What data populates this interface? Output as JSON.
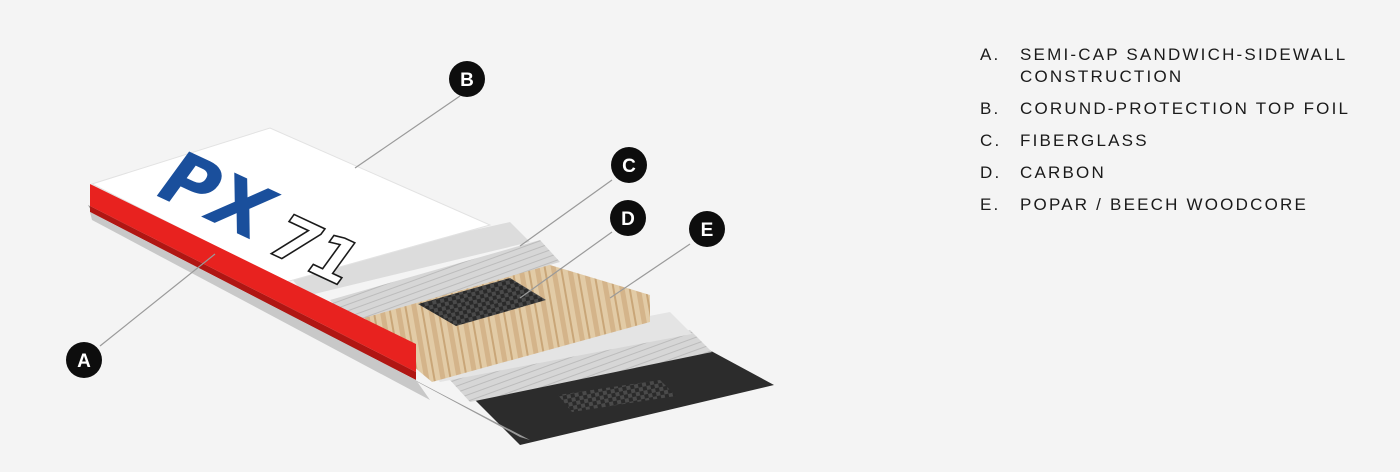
{
  "diagram": {
    "logo": {
      "brand": "PX",
      "model": "71",
      "brand_color": "#1a4f9c"
    },
    "colors": {
      "sidewall": "#e8221f",
      "fiberglass": "#cfcfcf",
      "woodcore": "#dcc4a0",
      "carbon": "#2a2a2a",
      "base": "#2c2c2c",
      "callout_bg": "#0d0d0d",
      "leader_line": "#9a9a9a"
    },
    "callouts": [
      {
        "letter": "A"
      },
      {
        "letter": "B"
      },
      {
        "letter": "C"
      },
      {
        "letter": "D"
      },
      {
        "letter": "E"
      }
    ]
  },
  "legend": [
    {
      "key": "A.",
      "label": "SEMI-CAP SANDWICH-SIDEWALL CONSTRUCTION"
    },
    {
      "key": "B.",
      "label": "CORUND-PROTECTION TOP FOIL"
    },
    {
      "key": "C.",
      "label": "FIBERGLASS"
    },
    {
      "key": "D.",
      "label": "CARBON"
    },
    {
      "key": "E.",
      "label": "POPAR / BEECH WOODCORE"
    }
  ]
}
